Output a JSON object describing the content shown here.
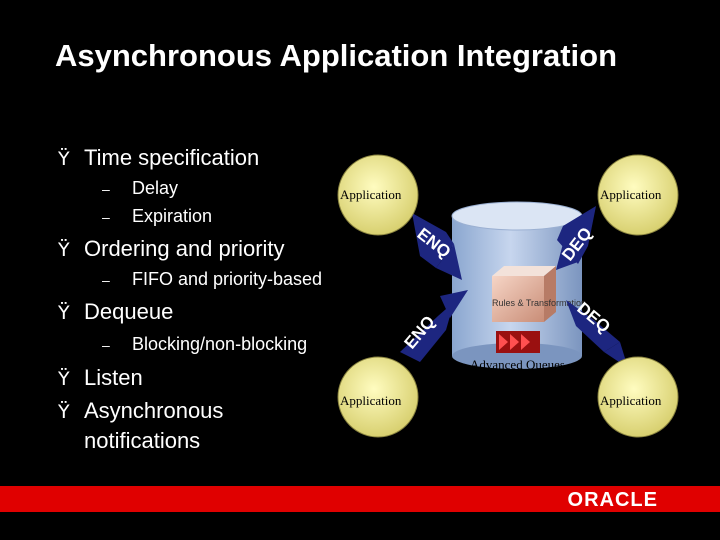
{
  "slide": {
    "title": "Asynchronous Application Integration"
  },
  "bullets": [
    {
      "mark": "Ÿ",
      "text": "Time specification"
    },
    {
      "mark": "Ÿ",
      "text": "Ordering and priority"
    },
    {
      "mark": "Ÿ",
      "text": "Dequeue"
    },
    {
      "mark": "Ÿ",
      "text": "Listen"
    },
    {
      "mark": "Ÿ",
      "text": "Asynchronous",
      "text2": "notifications"
    }
  ],
  "subbullets": [
    {
      "dash": "–",
      "text": "Delay"
    },
    {
      "dash": "–",
      "text": "Expiration"
    },
    {
      "dash": "–",
      "text": "FIFO and priority-based"
    },
    {
      "dash": "–",
      "text": "Blocking/non-blocking"
    }
  ],
  "diagram": {
    "apps": [
      "Application",
      "Application",
      "Application",
      "Application"
    ],
    "arrows": [
      "ENQ",
      "DEQ",
      "ENQ",
      "DEQ"
    ],
    "rules_label": "Rules & Transformation",
    "queue_label": "Advanced Queues"
  },
  "footer": {
    "logo": "ORACLE",
    "bar_color": "#e00000"
  }
}
